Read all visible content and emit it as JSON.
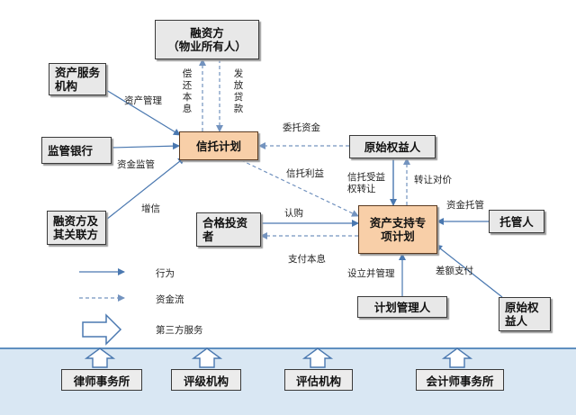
{
  "nodes": {
    "financier_owner": "融资方\n（物业所有人）",
    "asset_service": "资产服务\n机构",
    "supervising_bank": "监管银行",
    "financier_affiliates": "融资方及\n其关联方",
    "trust_plan": "信托计划",
    "original_beneficiary_top": "原始权益人",
    "qualified_investor": "合格投资\n者",
    "abs_plan": "资产支持专\n项计划",
    "custodian": "托管人",
    "plan_manager": "计划管理人",
    "original_beneficiary_bottom": "原始权\n益人"
  },
  "edges": {
    "repay": "偿\n还\n本\n息",
    "loan": "发\n放\n贷\n款",
    "asset_management": "资产管理",
    "fund_supervision": "资金监管",
    "credit_enhancement": "增信",
    "entrusted_funds": "委托资金",
    "trust_income": "信托利益",
    "trust_transfer": "信托受益\n权转让",
    "transfer_price": "转让对价",
    "subscribe": "认购",
    "pay_principal": "支付本息",
    "fund_custody": "资金托管",
    "establish_manage": "设立并管理",
    "shortfall_payment": "差额支付"
  },
  "legend": {
    "behavior": "行为",
    "fund_flow": "资金流",
    "third_party": "第三方服务"
  },
  "third_party": [
    "律师事务所",
    "评级机构",
    "评估机构",
    "会计师事务所"
  ],
  "colors": {
    "arrow": "#4a78b0",
    "node_fill": "#e8e8e8",
    "highlight_fill": "#f8cfa8",
    "band": "#d9e7f3"
  }
}
